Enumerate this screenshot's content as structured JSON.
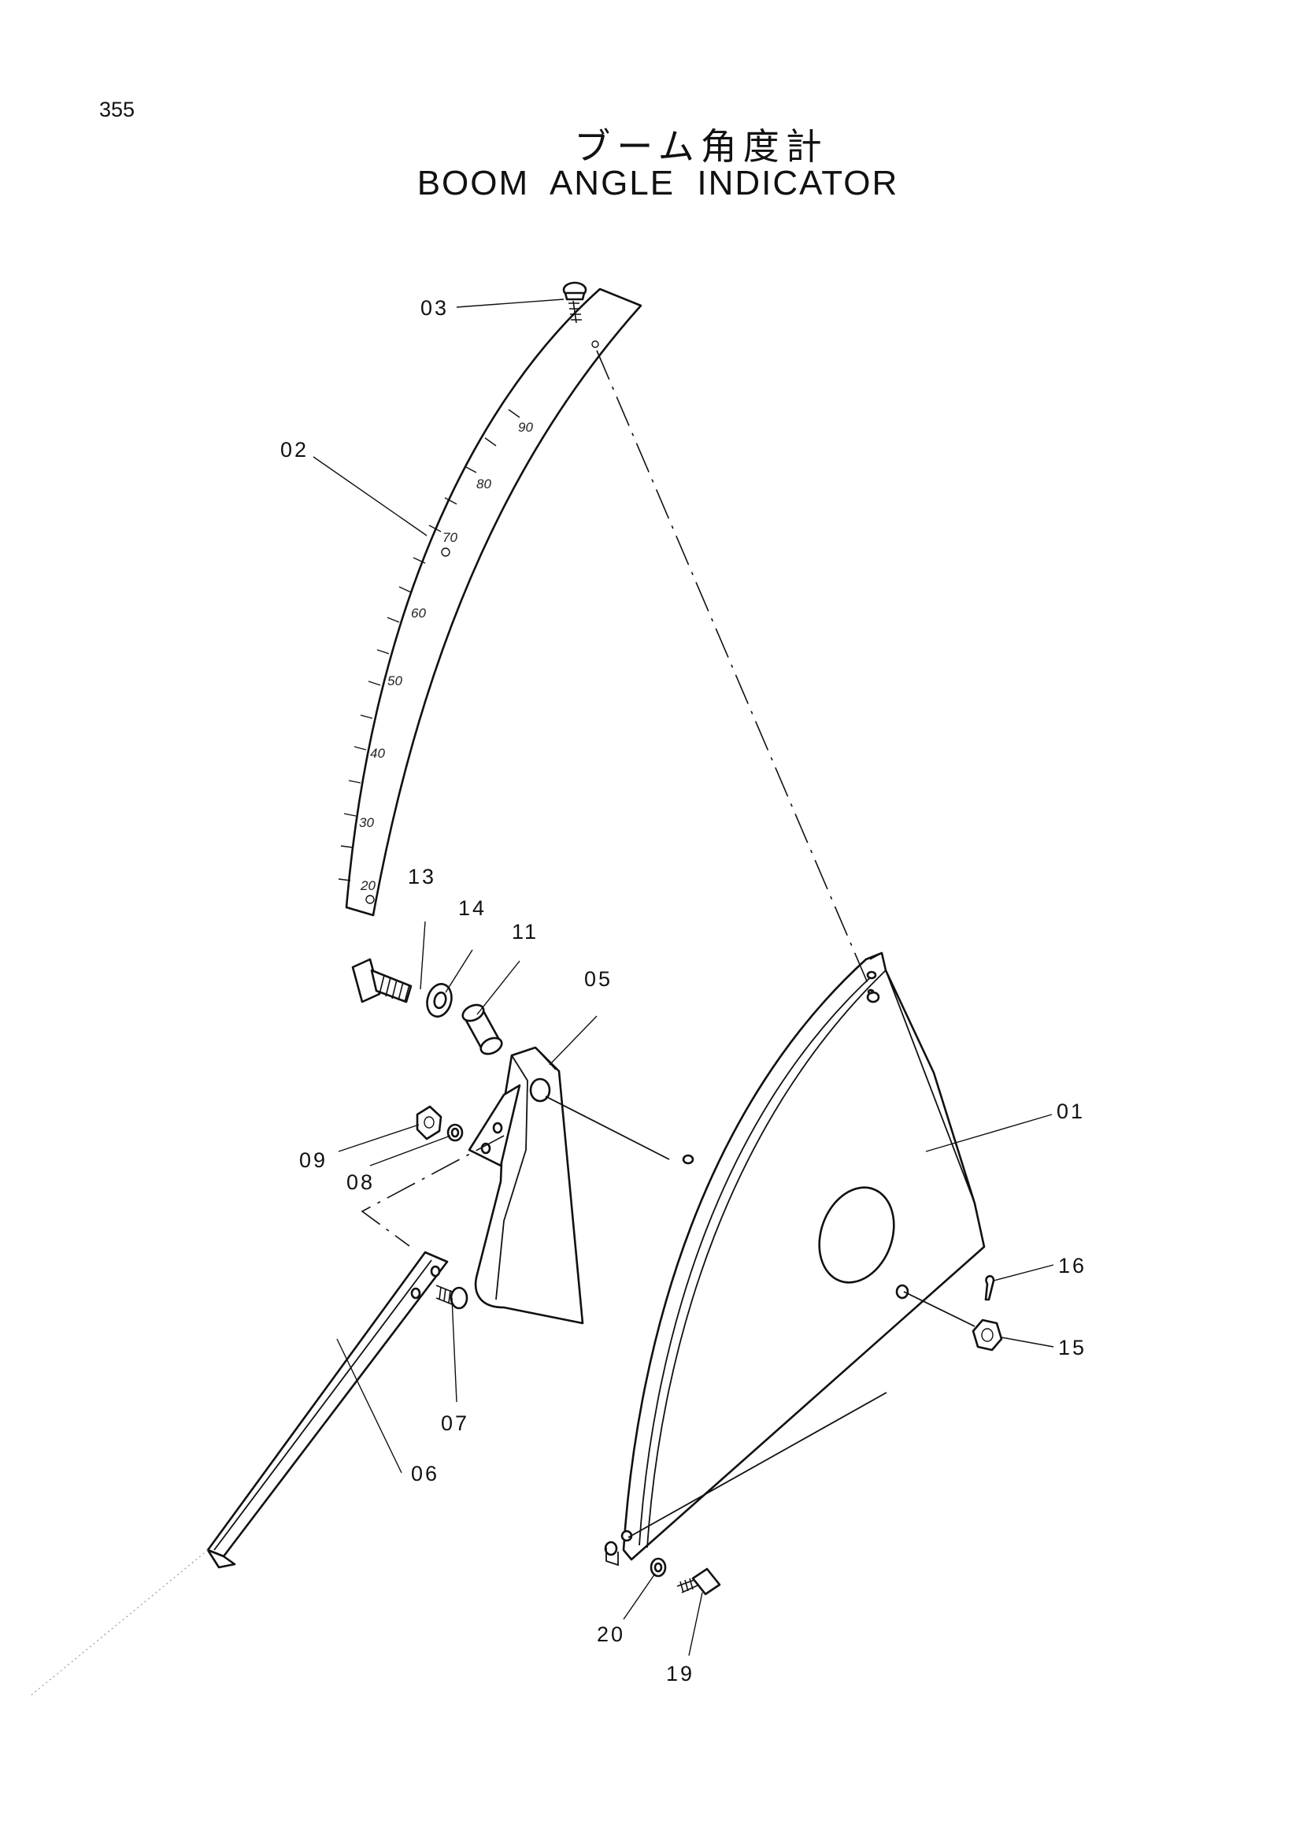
{
  "page": {
    "number": "355",
    "title_jp": "ブーム角度計",
    "title_en": "BOOM ANGLE INDICATOR"
  },
  "callouts": {
    "c01": "01",
    "c02": "02",
    "c03": "03",
    "c05": "05",
    "c06": "06",
    "c07": "07",
    "c08": "08",
    "c09": "09",
    "c11": "11",
    "c13": "13",
    "c14": "14",
    "c15": "15",
    "c16": "16",
    "c19": "19",
    "c20": "20"
  },
  "scale_labels": {
    "s90": "90",
    "s80": "80",
    "s70": "70",
    "s60": "60",
    "s50": "50",
    "s40": "40",
    "s30": "30",
    "s20": "20"
  }
}
